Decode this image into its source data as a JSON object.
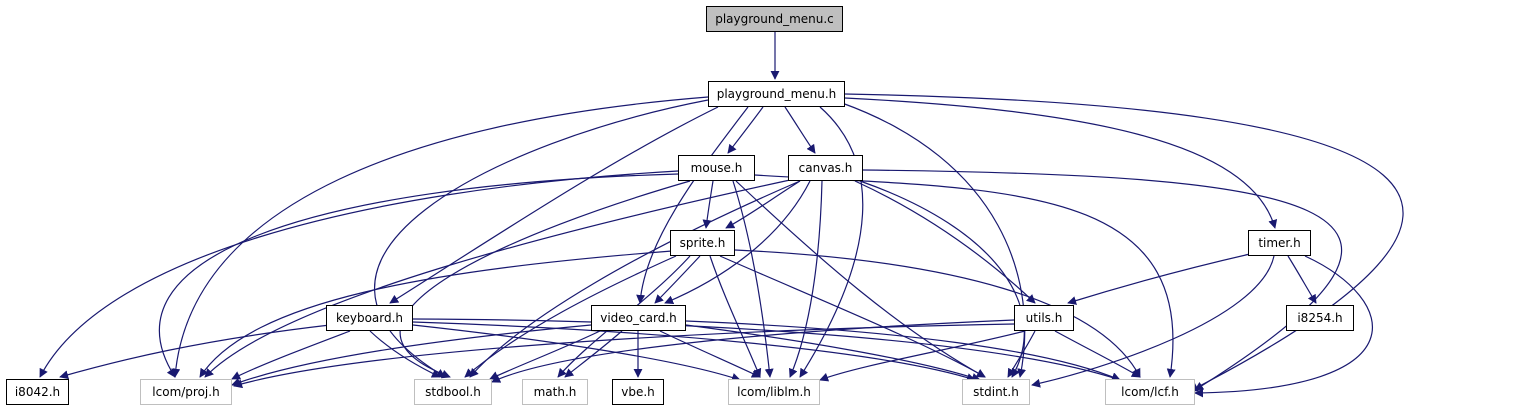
{
  "colors": {
    "edge": "#191970",
    "root_fill": "#bfbfbf",
    "external_border": "#bfbfbf",
    "node_border": "#000000"
  },
  "nodes": {
    "playground_menu_c": "playground_menu.c",
    "playground_menu_h": "playground_menu.h",
    "mouse_h": "mouse.h",
    "canvas_h": "canvas.h",
    "sprite_h": "sprite.h",
    "timer_h": "timer.h",
    "keyboard_h": "keyboard.h",
    "video_card_h": "video_card.h",
    "utils_h": "utils.h",
    "i8254_h": "i8254.h",
    "i8042_h": "i8042.h",
    "lcom_proj_h": "lcom/proj.h",
    "stdbool_h": "stdbool.h",
    "math_h": "math.h",
    "vbe_h": "vbe.h",
    "lcom_liblm_h": "lcom/liblm.h",
    "stdint_h": "stdint.h",
    "lcom_lcf_h": "lcom/lcf.h"
  }
}
